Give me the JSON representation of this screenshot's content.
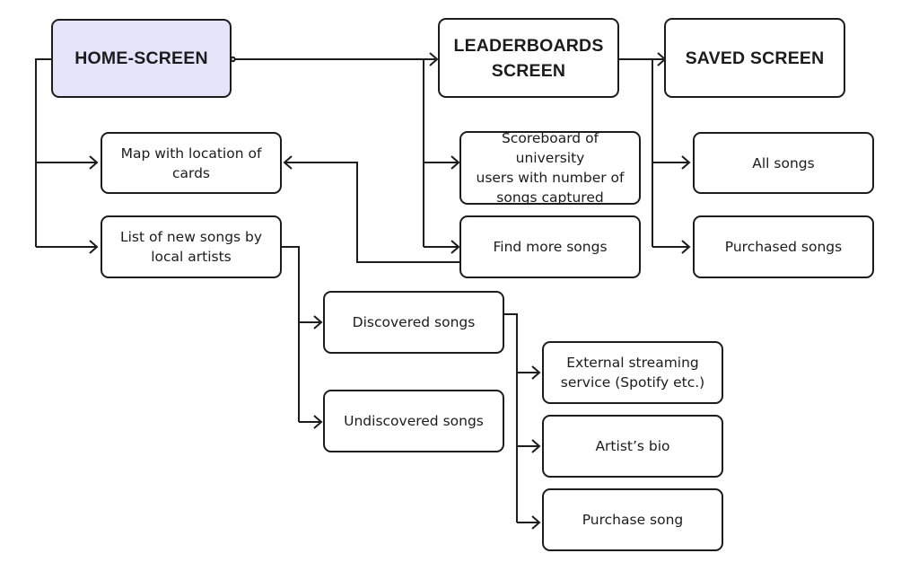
{
  "diagram": {
    "colors": {
      "stroke": "#1c1c1c",
      "home_fill": "#e5e4fb",
      "box_fill": "#ffffff"
    },
    "nodes": {
      "home": "HOME-SCREEN",
      "leaderboards": "LEADERBOARDS\nSCREEN",
      "saved": "SAVED SCREEN",
      "map": "Map with location of\ncards",
      "new_songs": "List of new songs by\nlocal artists",
      "scoreboard": "Scoreboard of university\nusers with number of\nsongs captured",
      "find_more": "Find more songs",
      "all_songs": "All songs",
      "purchased": "Purchased songs",
      "discovered": "Discovered songs",
      "undiscovered": "Undiscovered songs",
      "streaming": "External streaming\nservice (Spotify etc.)",
      "artist_bio": "Artist’s bio",
      "purchase_song": "Purchase song"
    }
  }
}
